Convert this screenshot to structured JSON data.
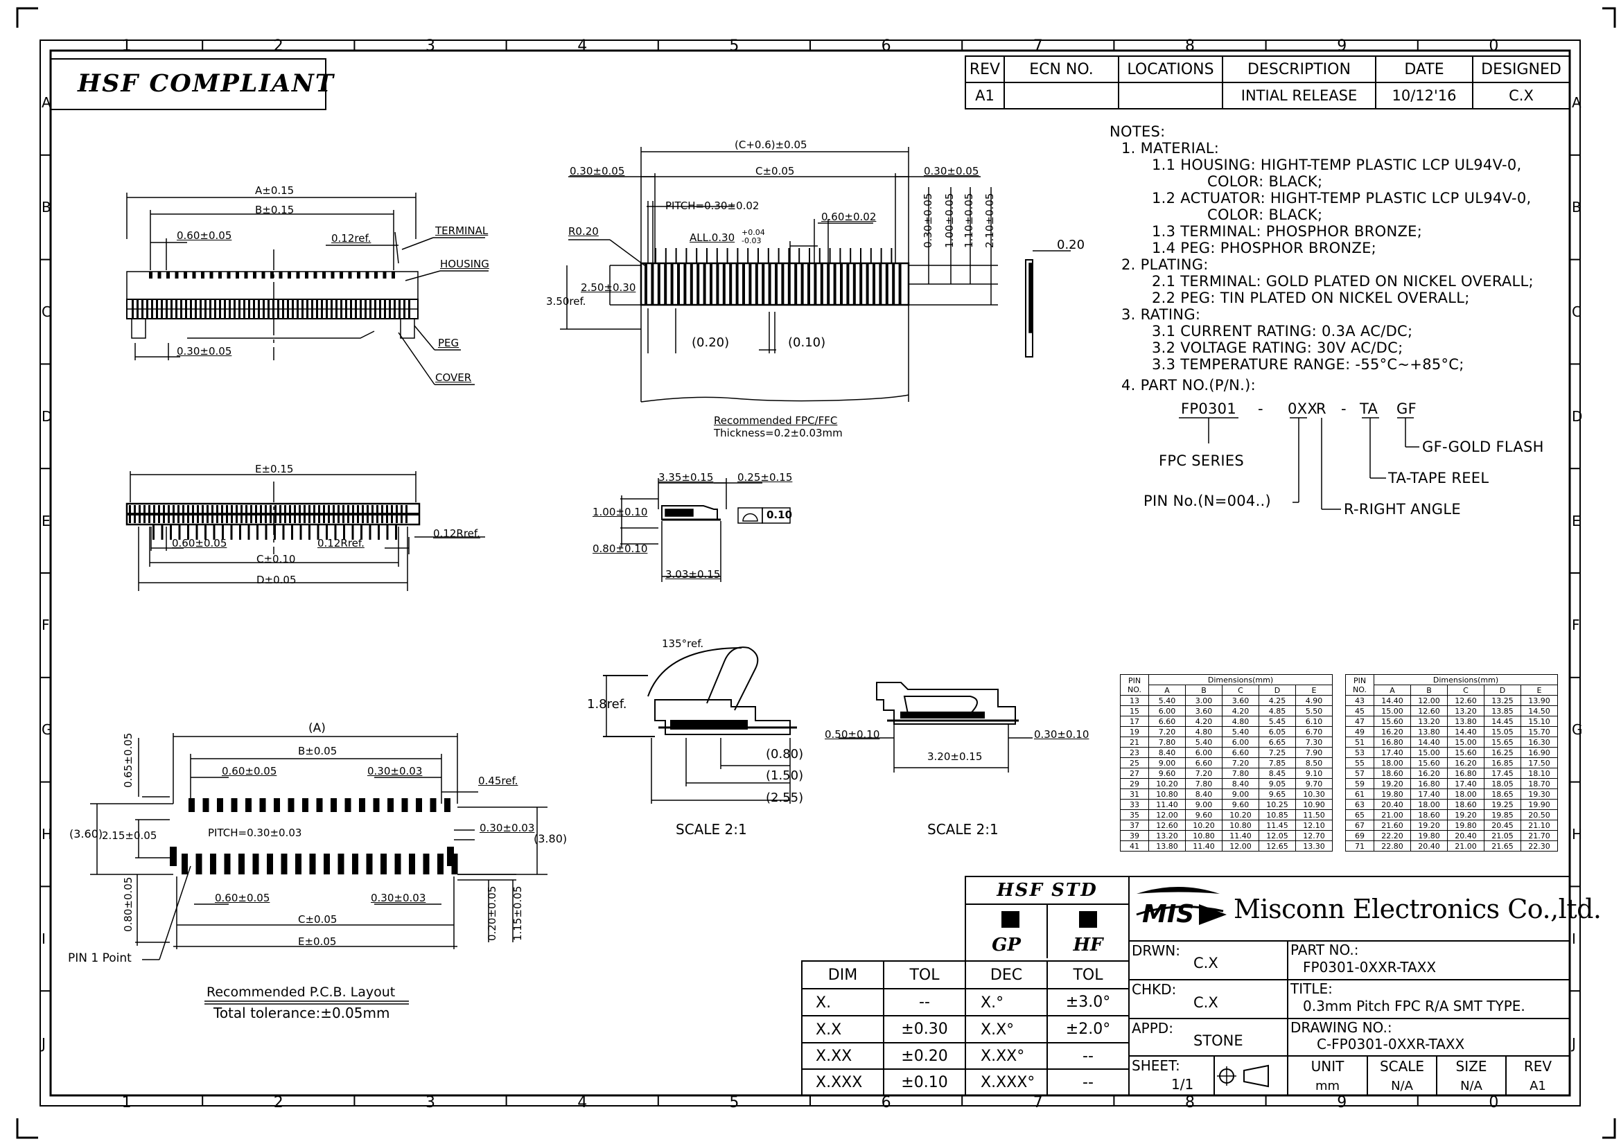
{
  "frame": {
    "cols": [
      "1",
      "2",
      "3",
      "4",
      "5",
      "6",
      "7",
      "8",
      "9",
      "0"
    ],
    "rows": [
      "A",
      "B",
      "C",
      "D",
      "E",
      "F",
      "G",
      "H",
      "I",
      "J"
    ]
  },
  "hsf_compliant": "HSF COMPLIANT",
  "revision_table": {
    "headers": [
      "REV",
      "ECN NO.",
      "LOCATIONS",
      "DESCRIPTION",
      "DATE",
      "DESIGNED"
    ],
    "row": [
      "A1",
      "",
      "",
      "INTIAL RELEASE",
      "10/12'16",
      "C.X"
    ]
  },
  "notes": {
    "title": "NOTES:",
    "lines": [
      "1. MATERIAL:",
      "1.1 HOUSING: HIGHT-TEMP PLASTIC LCP UL94V-0,",
      "COLOR: BLACK;",
      "1.2 ACTUATOR: HIGHT-TEMP PLASTIC LCP UL94V-0,",
      "COLOR: BLACK;",
      "1.3 TERMINAL: PHOSPHOR BRONZE;",
      "1.4 PEG: PHOSPHOR BRONZE;",
      "2. PLATING:",
      "2.1 TERMINAL: GOLD PLATED ON NICKEL OVERALL;",
      "2.2 PEG: TIN PLATED ON NICKEL OVERALL;",
      "3. RATING:",
      "3.1 CURRENT RATING: 0.3A AC/DC;",
      "3.2 VOLTAGE RATING: 30V AC/DC;",
      "3.3 TEMPERATURE RANGE: -55°C~+85°C;",
      "4. PART NO.(P/N.):"
    ],
    "pn_parts": {
      "series": "FP0301",
      "dash1": "-",
      "pins": "0XX",
      "angle": "R",
      "dash2": "-",
      "reel": "TA",
      "flash": "GF"
    },
    "pn_legend": {
      "flash": "GF-GOLD FLASH",
      "reel": "TA-TAPE REEL",
      "angle": "R-RIGHT ANGLE",
      "pins": "PIN No.(N=004..)",
      "series": "FPC SERIES"
    }
  },
  "views": {
    "top": {
      "a": "A±0.15",
      "b": "B±0.15",
      "p1": "0.60±0.05",
      "ref": "0.12ref.",
      "terminal": "TERMINAL",
      "housing": "HOUSING",
      "peg": "PEG",
      "cover": "COVER",
      "p2": "0.30±0.05"
    },
    "front": {
      "e": "E±0.15",
      "p1": "0.60±0.05",
      "r1": "0.12Rref.",
      "r2": "0.12Rref.",
      "c": "C±0.10",
      "d": "D±0.05"
    },
    "fpc": {
      "c6": "(C+0.6)±0.05",
      "c": "C±0.05",
      "l030": "0.30±0.05",
      "r030": "0.30±0.05",
      "pitch": "PITCH=0.30±0.02",
      "p060": "0.60±0.02",
      "r020": "R0.20",
      "all": "ALL.0.30",
      "all_tol_top": "+0.04",
      "all_tol_bot": "-0.03",
      "h250": "2.50±0.30",
      "h350": "3.50ref.",
      "d020": "(0.20)",
      "d010": "(0.10)",
      "v030": "0.30±0.05",
      "v100": "1.00±0.05",
      "v110": "1.10±0.05",
      "v210": "2.10±0.05",
      "rec1": "Recommended FPC/FFC",
      "rec2": "Thickness=0.2±0.03mm",
      "side_thk": "0.20"
    },
    "side": {
      "w335": "3.35±0.15",
      "w025": "0.25±0.15",
      "h100": "1.00±0.10",
      "h080": "0.80±0.10",
      "w303": "3.03±0.15",
      "flat": "0.10"
    },
    "open": {
      "angle": "135°ref.",
      "h18": "1.8ref.",
      "d080": "(0.80)",
      "d150": "(1.50)",
      "d255": "(2.55)",
      "scale": "SCALE 2:1"
    },
    "closed": {
      "l050": "0.50±0.10",
      "r030": "0.30±0.10",
      "w320": "3.20±0.15",
      "scale": "SCALE 2:1"
    },
    "pcb": {
      "a": "(A)",
      "b": "B±0.05",
      "p1": "0.60±0.05",
      "p2": "0.30±0.03",
      "r045": "0.45ref.",
      "v065": "0.65±0.05",
      "h360": "(3.60)",
      "h215": "2.15±0.05",
      "pitch": "PITCH=0.30±0.03",
      "r030": "0.30±0.03",
      "h380": "(3.80)",
      "v080": "0.80±0.05",
      "p3": "0.60±0.05",
      "p4": "0.30±0.03",
      "c": "C±0.05",
      "e": "E±0.05",
      "v020": "0.20±0.05",
      "v115": "1.15±0.05",
      "pin1": "PIN 1 Point",
      "rec1": "Recommended P.C.B. Layout",
      "rec2": "Total tolerance:±0.05mm"
    }
  },
  "dimensions_table": {
    "group_label": "Dimensions(mm)",
    "headers": [
      "PIN NO.",
      "A",
      "B",
      "C",
      "D",
      "E"
    ],
    "left": [
      [
        "13",
        "5.40",
        "3.00",
        "3.60",
        "4.25",
        "4.90"
      ],
      [
        "15",
        "6.00",
        "3.60",
        "4.20",
        "4.85",
        "5.50"
      ],
      [
        "17",
        "6.60",
        "4.20",
        "4.80",
        "5.45",
        "6.10"
      ],
      [
        "19",
        "7.20",
        "4.80",
        "5.40",
        "6.05",
        "6.70"
      ],
      [
        "21",
        "7.80",
        "5.40",
        "6.00",
        "6.65",
        "7.30"
      ],
      [
        "23",
        "8.40",
        "6.00",
        "6.60",
        "7.25",
        "7.90"
      ],
      [
        "25",
        "9.00",
        "6.60",
        "7.20",
        "7.85",
        "8.50"
      ],
      [
        "27",
        "9.60",
        "7.20",
        "7.80",
        "8.45",
        "9.10"
      ],
      [
        "29",
        "10.20",
        "7.80",
        "8.40",
        "9.05",
        "9.70"
      ],
      [
        "31",
        "10.80",
        "8.40",
        "9.00",
        "9.65",
        "10.30"
      ],
      [
        "33",
        "11.40",
        "9.00",
        "9.60",
        "10.25",
        "10.90"
      ],
      [
        "35",
        "12.00",
        "9.60",
        "10.20",
        "10.85",
        "11.50"
      ],
      [
        "37",
        "12.60",
        "10.20",
        "10.80",
        "11.45",
        "12.10"
      ],
      [
        "39",
        "13.20",
        "10.80",
        "11.40",
        "12.05",
        "12.70"
      ],
      [
        "41",
        "13.80",
        "11.40",
        "12.00",
        "12.65",
        "13.30"
      ]
    ],
    "right": [
      [
        "43",
        "14.40",
        "12.00",
        "12.60",
        "13.25",
        "13.90"
      ],
      [
        "45",
        "15.00",
        "12.60",
        "13.20",
        "13.85",
        "14.50"
      ],
      [
        "47",
        "15.60",
        "13.20",
        "13.80",
        "14.45",
        "15.10"
      ],
      [
        "49",
        "16.20",
        "13.80",
        "14.40",
        "15.05",
        "15.70"
      ],
      [
        "51",
        "16.80",
        "14.40",
        "15.00",
        "15.65",
        "16.30"
      ],
      [
        "53",
        "17.40",
        "15.00",
        "15.60",
        "16.25",
        "16.90"
      ],
      [
        "55",
        "18.00",
        "15.60",
        "16.20",
        "16.85",
        "17.50"
      ],
      [
        "57",
        "18.60",
        "16.20",
        "16.80",
        "17.45",
        "18.10"
      ],
      [
        "59",
        "19.20",
        "16.80",
        "17.40",
        "18.05",
        "18.70"
      ],
      [
        "61",
        "19.80",
        "17.40",
        "18.00",
        "18.65",
        "19.30"
      ],
      [
        "63",
        "20.40",
        "18.00",
        "18.60",
        "19.25",
        "19.90"
      ],
      [
        "65",
        "21.00",
        "18.60",
        "19.20",
        "19.85",
        "20.50"
      ],
      [
        "67",
        "21.60",
        "19.20",
        "19.80",
        "20.45",
        "21.10"
      ],
      [
        "69",
        "22.20",
        "19.80",
        "20.40",
        "21.05",
        "21.70"
      ],
      [
        "71",
        "22.80",
        "20.40",
        "21.00",
        "21.65",
        "22.30"
      ]
    ]
  },
  "hsf_std": {
    "title": "HSF STD",
    "gp": "GP",
    "hf": "HF"
  },
  "tolerance_table": {
    "headers": [
      "DIM",
      "TOL",
      "DEC",
      "TOL"
    ],
    "rows": [
      [
        "X.",
        "--",
        "X.°",
        "±3.0°"
      ],
      [
        "X.X",
        "±0.30",
        "X.X°",
        "±2.0°"
      ],
      [
        "X.XX",
        "±0.20",
        "X.XX°",
        "--"
      ],
      [
        "X.XXX",
        "±0.10",
        "X.XXX°",
        "--"
      ]
    ]
  },
  "title_block": {
    "company": "Misconn Electronics Co.,ltd.",
    "logo": "MIS",
    "drwn_label": "DRWN:",
    "drwn": "C.X",
    "chkd_label": "CHKD:",
    "chkd": "C.X",
    "appd_label": "APPD:",
    "appd": "STONE",
    "sheet_label": "SHEET:",
    "sheet": "1/1",
    "part_label": "PART NO.:",
    "part": "FP0301-0XXR-TAXX",
    "title_label": "TITLE:",
    "title": "0.3mm Pitch FPC R/A SMT TYPE.",
    "drawing_label": "DRAWING NO.:",
    "drawing": "C-FP0301-0XXR-TAXX",
    "unit_label": "UNIT",
    "unit": "mm",
    "scale_label": "SCALE",
    "scale": "N/A",
    "size_label": "SIZE",
    "size": "N/A",
    "rev_label": "REV",
    "rev": "A1"
  }
}
